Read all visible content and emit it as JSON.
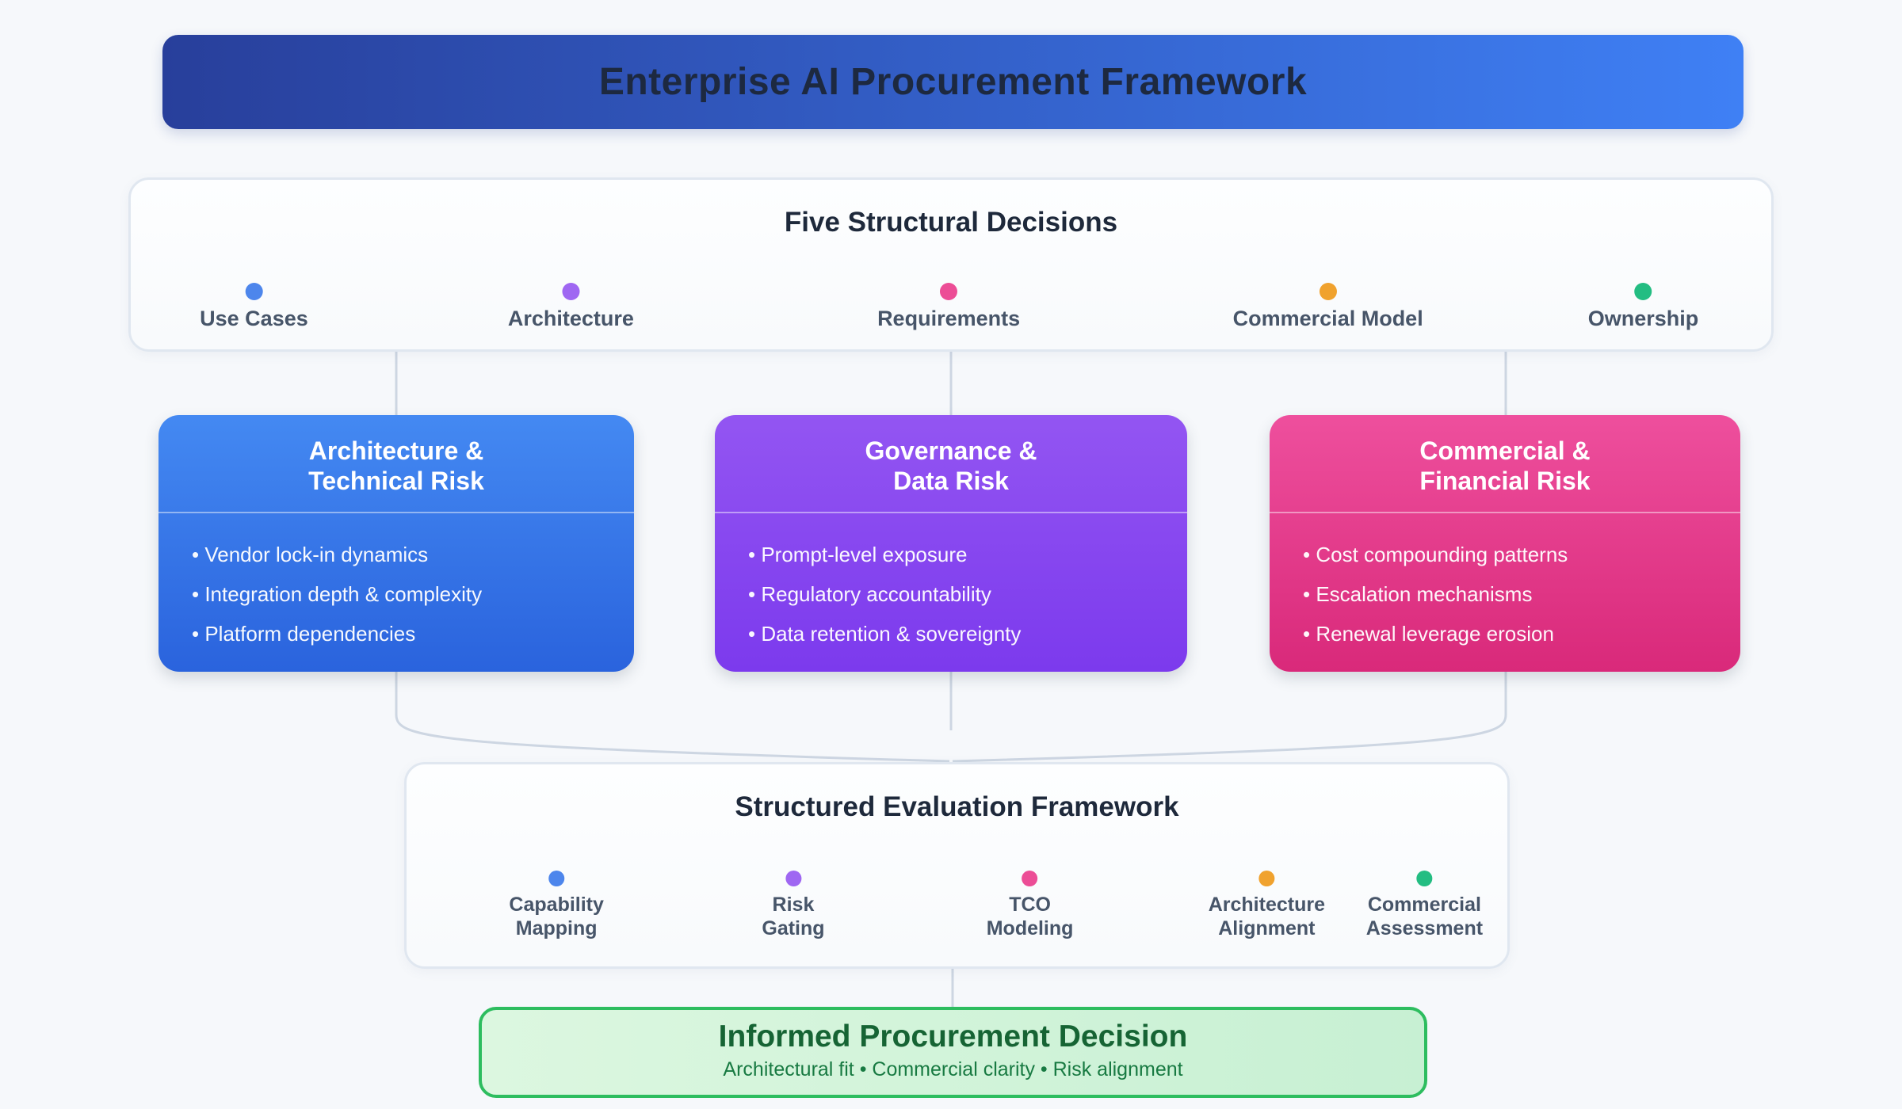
{
  "banner": {
    "title": "Enterprise AI Procurement Framework",
    "gradient": {
      "dir": "90deg",
      "from": "#283f9b",
      "to": "#3f80f5"
    },
    "text_color": "#1d2940"
  },
  "decisions_panel": {
    "title": "Five Structural Decisions",
    "items": [
      {
        "label": "Use Cases",
        "color": "#4d86ec"
      },
      {
        "label": "Architecture",
        "color": "#9f67f2"
      },
      {
        "label": "Requirements",
        "color": "#ec4d96"
      },
      {
        "label": "Commercial Model",
        "color": "#f0a22e"
      },
      {
        "label": "Ownership",
        "color": "#23bd82"
      }
    ]
  },
  "risk_cards": [
    {
      "title_line1": "Architecture &",
      "title_line2": "Technical Risk",
      "gradient": {
        "dir": "180deg",
        "from": "#4489f2",
        "to": "#2a63dd"
      },
      "bullets": [
        "Vendor lock-in dynamics",
        "Integration depth & complexity",
        "Platform dependencies"
      ]
    },
    {
      "title_line1": "Governance &",
      "title_line2": "Data Risk",
      "gradient": {
        "dir": "180deg",
        "from": "#9355f2",
        "to": "#7c3aed"
      },
      "bullets": [
        "Prompt-level exposure",
        "Regulatory accountability",
        "Data retention & sovereignty"
      ]
    },
    {
      "title_line1": "Commercial &",
      "title_line2": "Financial Risk",
      "gradient": {
        "dir": "180deg",
        "from": "#ee4f9d",
        "to": "#d9297a"
      },
      "bullets": [
        "Cost compounding patterns",
        "Escalation mechanisms",
        "Renewal leverage erosion"
      ]
    }
  ],
  "evaluation_panel": {
    "title": "Structured Evaluation Framework",
    "items": [
      {
        "label_line1": "Capability",
        "label_line2": "Mapping",
        "color": "#4d86ec"
      },
      {
        "label_line1": "Risk",
        "label_line2": "Gating",
        "color": "#9f67f2"
      },
      {
        "label_line1": "TCO",
        "label_line2": "Modeling",
        "color": "#ec4d96"
      },
      {
        "label_line1": "Architecture",
        "label_line2": "Alignment",
        "color": "#f0a22e"
      },
      {
        "label_line1": "Commercial",
        "label_line2": "Assessment",
        "color": "#23bd82"
      }
    ]
  },
  "decision_box": {
    "title": "Informed Procurement Decision",
    "subtitle": "Architectural fit • Commercial clarity • Risk alignment",
    "border_color": "#2dbd5f",
    "gradient": {
      "dir": "90deg",
      "from": "#dcf7e0",
      "to": "#c7f0d3"
    },
    "title_color": "#166434",
    "subtitle_color": "#187a42"
  },
  "panel_style": {
    "gradient": {
      "dir": "180deg",
      "from": "#fdfeff",
      "to": "#f8fafc"
    }
  },
  "connectors": {
    "color": "#cdd6e2"
  }
}
